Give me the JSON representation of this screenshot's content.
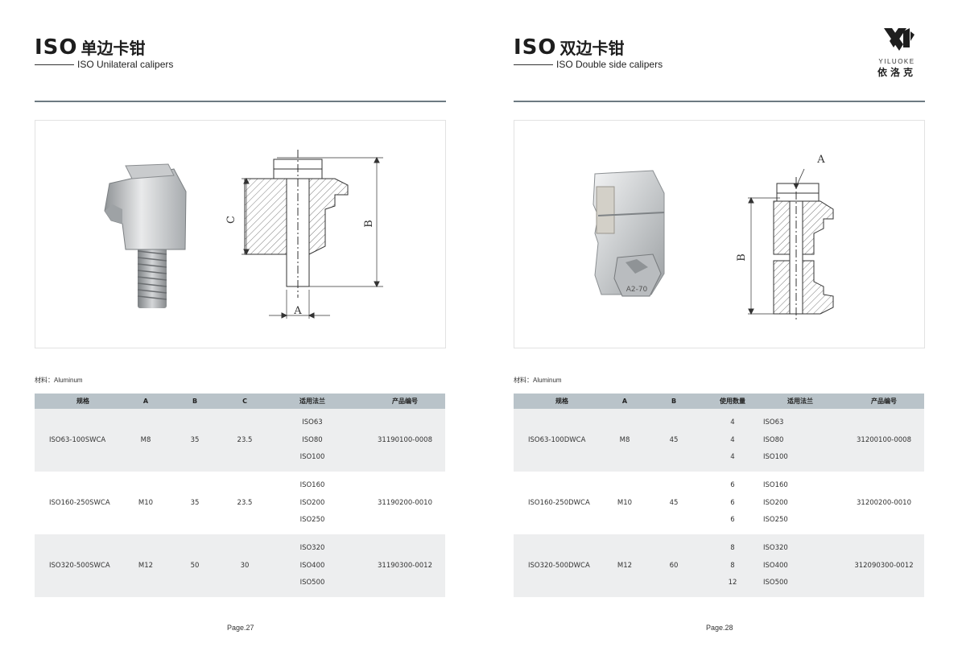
{
  "left": {
    "title_iso": "ISO",
    "title_cn": "单边卡钳",
    "subtitle": "ISO Unilateral calipers",
    "material": "材料：Aluminum",
    "columns": [
      "规格",
      "A",
      "B",
      "C",
      "适用法兰",
      "产品编号"
    ],
    "rows": [
      {
        "model": "ISO63-100SWCA",
        "a": "M8",
        "b": "35",
        "c": "23.5",
        "flanges": [
          "ISO63",
          "ISO80",
          "ISO100"
        ],
        "code": "31190100-0008"
      },
      {
        "model": "ISO160-250SWCA",
        "a": "M10",
        "b": "35",
        "c": "23.5",
        "flanges": [
          "ISO160",
          "ISO200",
          "ISO250"
        ],
        "code": "31190200-0010"
      },
      {
        "model": "ISO320-500SWCA",
        "a": "M12",
        "b": "50",
        "c": "30",
        "flanges": [
          "ISO320",
          "ISO400",
          "ISO500"
        ],
        "code": "31190300-0012"
      }
    ],
    "drawing_labels": {
      "a": "A",
      "b": "B",
      "c": "C"
    },
    "page": "Page.27"
  },
  "right": {
    "title_iso": "ISO",
    "title_cn": "双边卡钳",
    "subtitle": "ISO Double side calipers",
    "material": "材料：Aluminum",
    "columns": [
      "规格",
      "A",
      "B",
      "使用数量",
      "适用法兰",
      "产品编号"
    ],
    "rows": [
      {
        "model": "ISO63-100DWCA",
        "a": "M8",
        "b": "45",
        "qty": [
          "4",
          "4",
          "4"
        ],
        "flanges": [
          "ISO63",
          "ISO80",
          "ISO100"
        ],
        "code": "31200100-0008"
      },
      {
        "model": "ISO160-250DWCA",
        "a": "M10",
        "b": "45",
        "qty": [
          "6",
          "6",
          "6"
        ],
        "flanges": [
          "ISO160",
          "ISO200",
          "ISO250"
        ],
        "code": "31200200-0010"
      },
      {
        "model": "ISO320-500DWCA",
        "a": "M12",
        "b": "60",
        "qty": [
          "8",
          "8",
          "12"
        ],
        "flanges": [
          "ISO320",
          "ISO400",
          "ISO500"
        ],
        "code": "312090300-0012"
      }
    ],
    "drawing_labels": {
      "a": "A",
      "b": "B"
    },
    "page": "Page.28"
  },
  "logo": {
    "en": "YILUOKE",
    "cn": "依洛克"
  },
  "colors": {
    "header_bg": "#b9c3c9",
    "row_shade": "#edeeef",
    "rule": "#6d7a82"
  }
}
